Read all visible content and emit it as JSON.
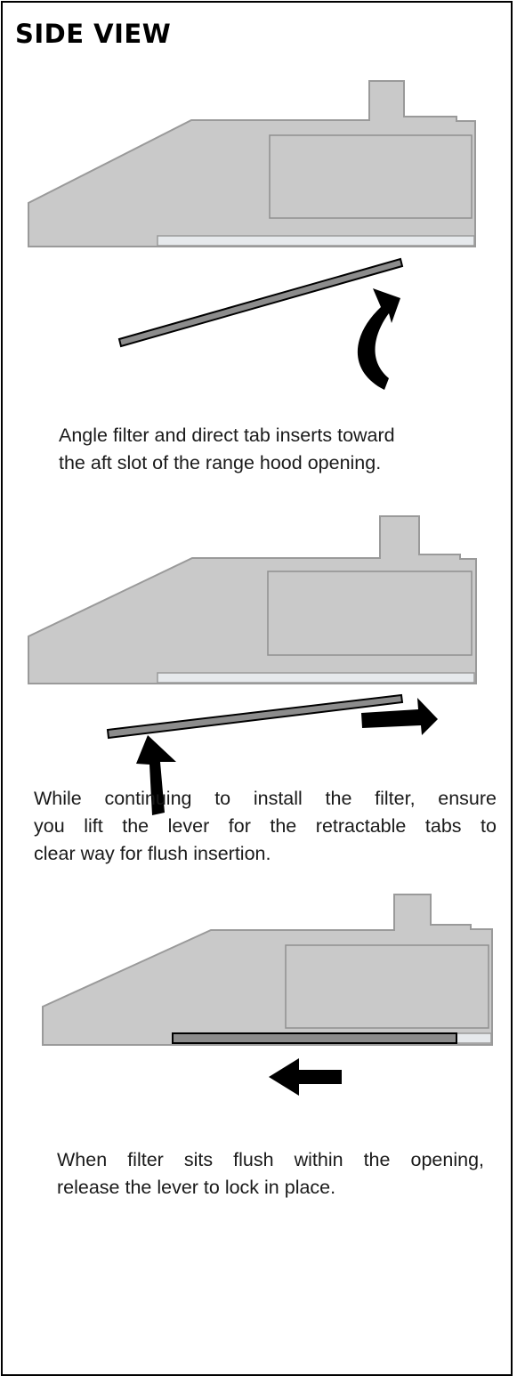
{
  "title": "SIDE VIEW",
  "colors": {
    "hood_fill": "#c9c9c9",
    "hood_outline": "#9a9a9a",
    "opening_slot": "#e6e9ec",
    "filter_fill": "#8c8c8c",
    "arrow": "#000000"
  },
  "steps": [
    {
      "caption_lines": [
        "Angle filter and direct tab inserts toward",
        "the aft slot of the range hood opening."
      ],
      "arrows": [
        "curved-arrow-icon"
      ]
    },
    {
      "caption_lines": [
        "While continuing to install the filter, ensure",
        "you lift the lever for the retractable tabs to",
        "clear way for flush insertion."
      ],
      "arrows": [
        "arrow-up-icon",
        "arrow-right-icon"
      ]
    },
    {
      "caption_lines": [
        "When filter sits flush within the opening,",
        "release the lever to lock in place."
      ],
      "arrows": [
        "arrow-left-icon"
      ]
    }
  ]
}
